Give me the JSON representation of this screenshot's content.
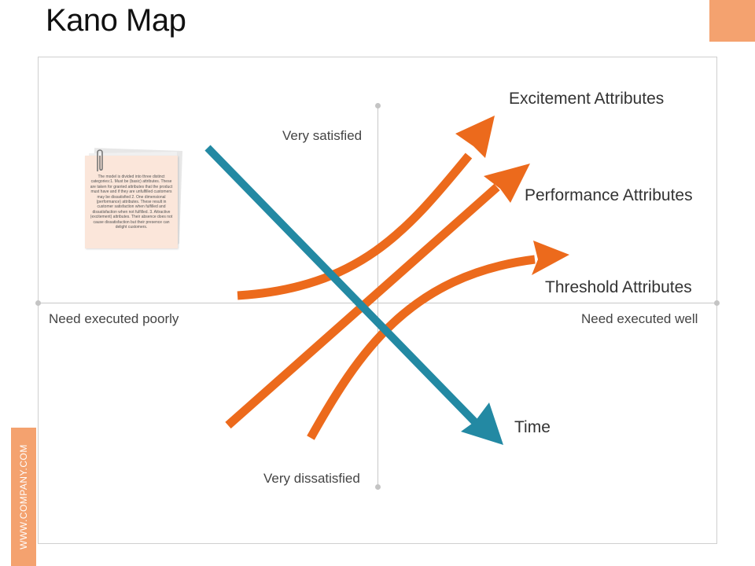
{
  "slide": {
    "title": "Kano Map",
    "side_text": "WWW.COMPANY.COM"
  },
  "axes": {
    "top_label": "Very satisfied",
    "bottom_label": "Very dissatisfied",
    "left_label": "Need executed poorly",
    "right_label": "Need executed well"
  },
  "curves": {
    "excitement": "Excitement Attributes",
    "performance": "Performance Attributes",
    "threshold": "Threshold Attributes",
    "time": "Time"
  },
  "note": {
    "text": "The model is divided into three distinct categories:1. Must be (basic) attributes. These are taken for granted attributes that the product must have and if they are unfulfilled customers may be dissatisfied 2. One dimensional (performance) attributes. These result in customer satisfaction when fulfilled and dissatisfaction when not fulfilled. 3. Attractive (excitement) attributes. Their absence does not cause dissatisfaction but their presence can delight customers."
  },
  "colors": {
    "orange_arrow": "#ec6a1c",
    "blue_arrow": "#2389a3",
    "accent_block": "#f4a26f",
    "note_bg": "#fbe6da"
  },
  "icons": {
    "note_clip": "paperclip-icon"
  }
}
